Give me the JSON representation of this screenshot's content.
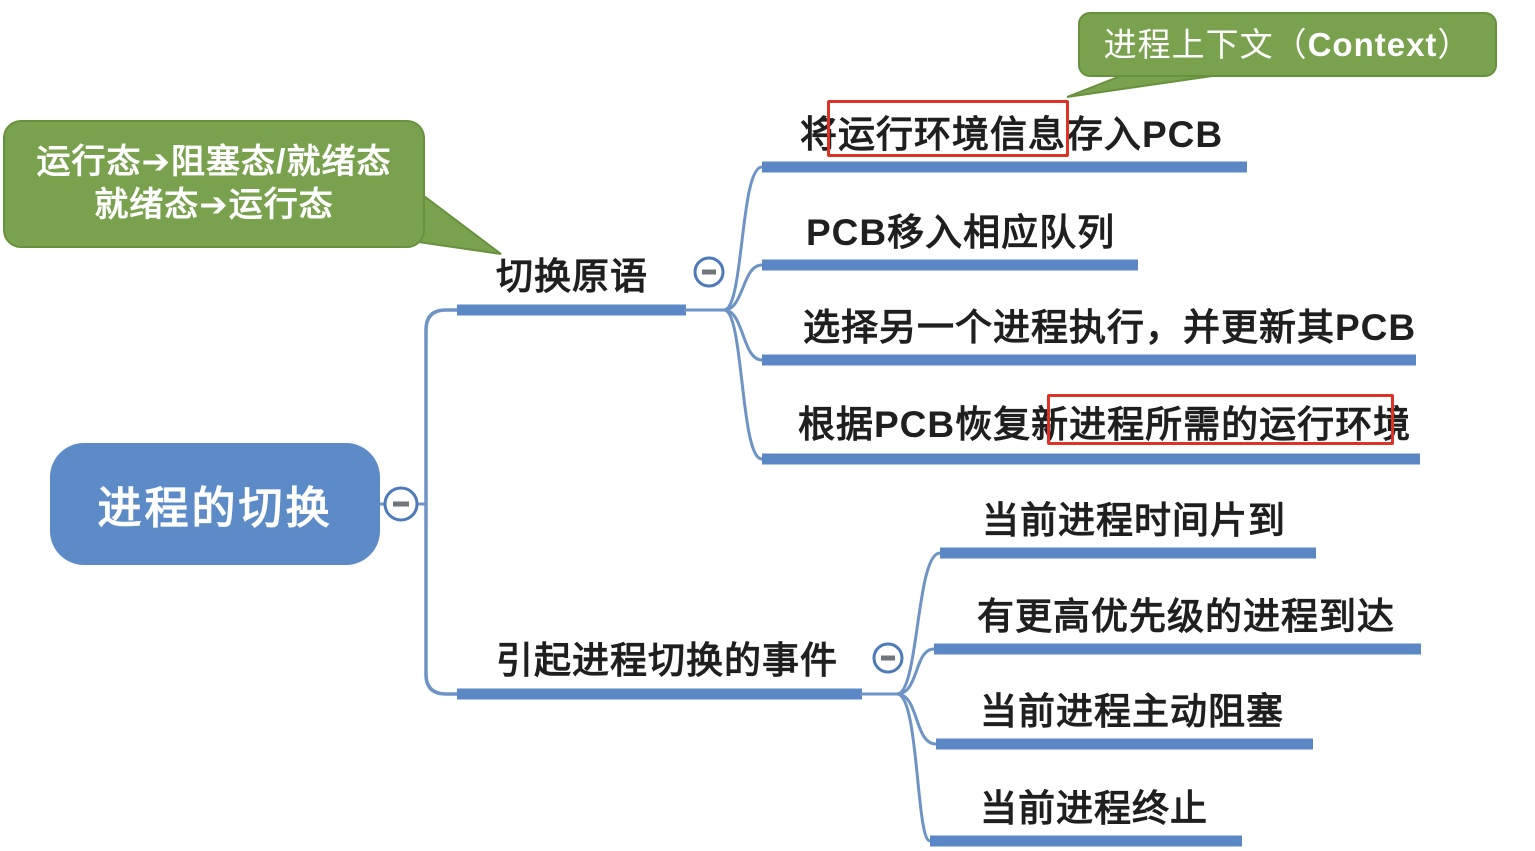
{
  "root": {
    "label": "进程的切换"
  },
  "branches": [
    {
      "label": "切换原语",
      "children": [
        {
          "label": "将运行环境信息存入PCB",
          "highlighted_text": "运行环境信息存"
        },
        {
          "label": "PCB移入相应队列"
        },
        {
          "label": "选择另一个进程执行，并更新其PCB"
        },
        {
          "label": "根据PCB恢复新进程所需的运行环境",
          "highlighted_text": "进程所需的运行环境"
        }
      ]
    },
    {
      "label": "引起进程切换的事件",
      "children": [
        {
          "label": "当前进程时间片到"
        },
        {
          "label": "有更高优先级的进程到达"
        },
        {
          "label": "当前进程主动阻塞"
        },
        {
          "label": "当前进程终止"
        }
      ]
    }
  ],
  "callouts": {
    "left": {
      "line1": "运行态➔阻塞态/就绪态",
      "line2": "就绪态➔运行态"
    },
    "top_right": {
      "prefix": "进程上下文（",
      "term": "Context",
      "suffix": " ）"
    }
  },
  "icons": {
    "collapse": "minus-circle"
  },
  "colors": {
    "node_blue": "#5d8bc8",
    "line_blue": "#5b87c4",
    "callout_green": "#7aa24e",
    "highlight_red": "#dd3327"
  }
}
